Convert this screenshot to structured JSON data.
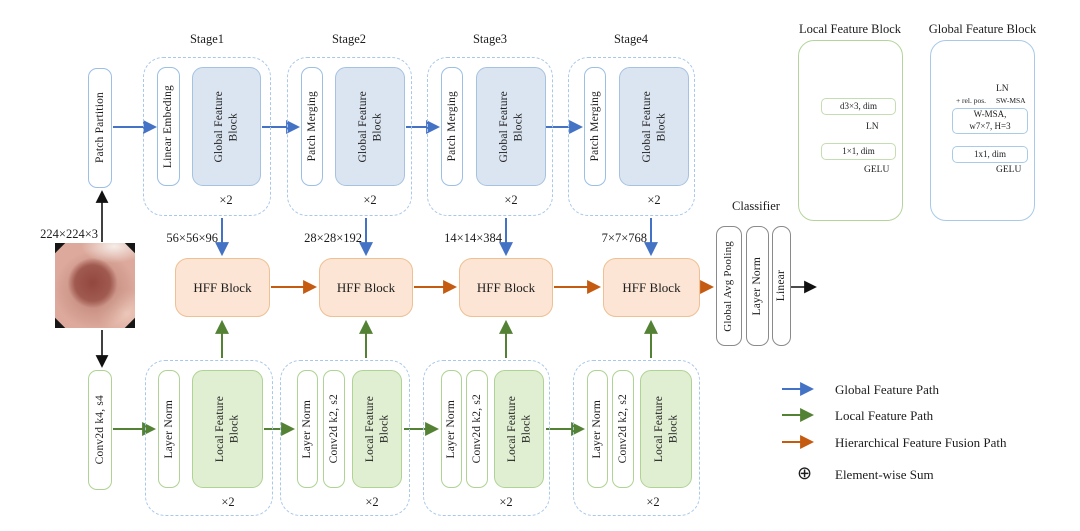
{
  "input": {
    "dims_label": "224×224×3",
    "patch_partition": "Patch Partition",
    "conv_stem": "Conv2d k4, s4"
  },
  "stages_top": [
    {
      "name": "Stage1",
      "pre": "Linear Embeding",
      "block": "Global Feature\nBlock",
      "repeat": "×2",
      "out_dims": "56×56×96"
    },
    {
      "name": "Stage2",
      "pre": "Patch Merging",
      "block": "Global Feature\nBlock",
      "repeat": "×2",
      "out_dims": "28×28×192"
    },
    {
      "name": "Stage3",
      "pre": "Patch Merging",
      "block": "Global Feature\nBlock",
      "repeat": "×2",
      "out_dims": "14×14×384"
    },
    {
      "name": "Stage4",
      "pre": "Patch Merging",
      "block": "Global Feature\nBlock",
      "repeat": "×2",
      "out_dims": "7×7×768"
    }
  ],
  "stages_bottom": [
    {
      "norm": "Layer Norm",
      "block": "Local Feature\nBlock",
      "repeat": "×2"
    },
    {
      "norm": "Layer Norm",
      "conv": "Conv2d k2, s2",
      "block": "Local Feature\nBlock",
      "repeat": "×2"
    },
    {
      "norm": "Layer Norm",
      "conv": "Conv2d k2, s2",
      "block": "Local Feature\nBlock",
      "repeat": "×2"
    },
    {
      "norm": "Layer Norm",
      "conv": "Conv2d k2, s2",
      "block": "Local Feature\nBlock",
      "repeat": "×2"
    }
  ],
  "fusion": {
    "block_label": "HFF Block"
  },
  "classifier": {
    "title": "Classifier",
    "layers": [
      "Global Avg Pooling",
      "Layer Norm",
      "Linear"
    ]
  },
  "local_block_detail": {
    "title": "Local Feature Block",
    "dwconv": "d3×3, dim",
    "norm": "LN",
    "pwconv": "1×1, dim",
    "activation": "GELU"
  },
  "global_block_detail": {
    "title": "Global Feature Block",
    "norm": "LN",
    "rel_pos": "+ rel. pos.",
    "sw_msa": "SW-MSA",
    "msa": "W-MSA,\nw7×7, H=3",
    "pwconv": "1x1, dim",
    "activation": "GELU"
  },
  "legend": {
    "items": [
      {
        "label": "Global Feature Path",
        "color": "#4472c4"
      },
      {
        "label": "Local Feature Path",
        "color": "#548235"
      },
      {
        "label": "Hierarchical Feature Fusion Path",
        "color": "#c55a11"
      },
      {
        "label": "Element-wise Sum",
        "symbol": "⊕"
      }
    ]
  }
}
